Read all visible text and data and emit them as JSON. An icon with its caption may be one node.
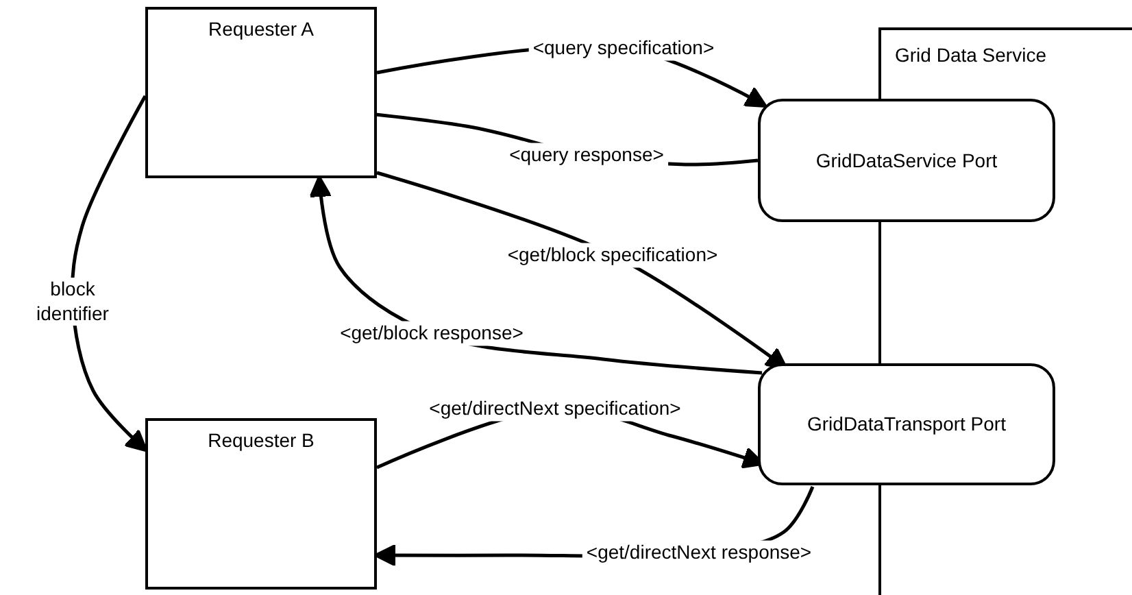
{
  "diagram": {
    "nodes": [
      {
        "text": [
          "Requester A"
        ]
      },
      {
        "text": [
          "Grid Data Service"
        ]
      },
      {
        "text": [
          "GridDataService Port"
        ]
      },
      {
        "text": [
          "GridDataTransport Port"
        ]
      },
      {
        "text": [
          "Requester B"
        ]
      }
    ],
    "edges": [
      {
        "from": 0,
        "to": 2,
        "arrow": "to",
        "label": "<query specification>"
      },
      {
        "from": 2,
        "to": 0,
        "arrow": "to",
        "label": "<query response>"
      },
      {
        "from": 0,
        "to": 3,
        "arrow": "to",
        "label": "<get/block specification>"
      },
      {
        "from": 3,
        "to": 0,
        "arrow": "to",
        "label": "<get/block response>"
      },
      {
        "from": 0,
        "to": 4,
        "arrow": "to",
        "label": "block identifier"
      },
      {
        "from": 4,
        "to": 3,
        "arrow": "to",
        "label": "<get/directNext specification>"
      },
      {
        "from": 3,
        "to": 4,
        "arrow": "to",
        "label": "<get/directNext response>"
      }
    ]
  }
}
